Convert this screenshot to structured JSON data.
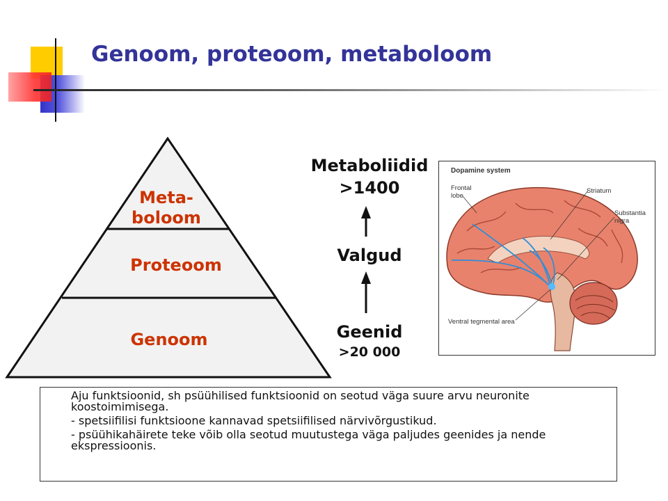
{
  "title": "Genoom, proteoom, metaboloom",
  "pyramid": {
    "top_line1": "Meta-",
    "top_line2": "boloom",
    "middle": "Proteoom",
    "bottom": "Genoom"
  },
  "flow": {
    "top_label": "Metaboliidid",
    "top_value": ">1400",
    "middle_label": "Valgud",
    "bottom_label": "Geenid",
    "bottom_value": ">20 000"
  },
  "brain": {
    "title": "Dopamine system",
    "frontal_line1": "Frontal",
    "frontal_line2": "lobe",
    "striatum": "Striatum",
    "substantia_line1": "Substantia",
    "substantia_line2": "nigra",
    "ventral": "Ventral tegmental area"
  },
  "text": {
    "p1": "Aju funktsioonid, sh psüühilised funktsioonid on seotud väga suure arvu neuronite koostoimimisega.",
    "p2": "- spetsiifilisi funktsioone kannavad spetsiifilised närvivõrgustikud.",
    "p3": "- psüühikahäirete teke võib olla seotud muutustega väga paljudes geenides ja nende ekspressioonis."
  },
  "colors": {
    "title": "#333399",
    "pyramid_label": "#cc3300",
    "deco_yellow": "#ffcc00",
    "deco_red": "#ff3333",
    "deco_blue": "#3333cc"
  }
}
